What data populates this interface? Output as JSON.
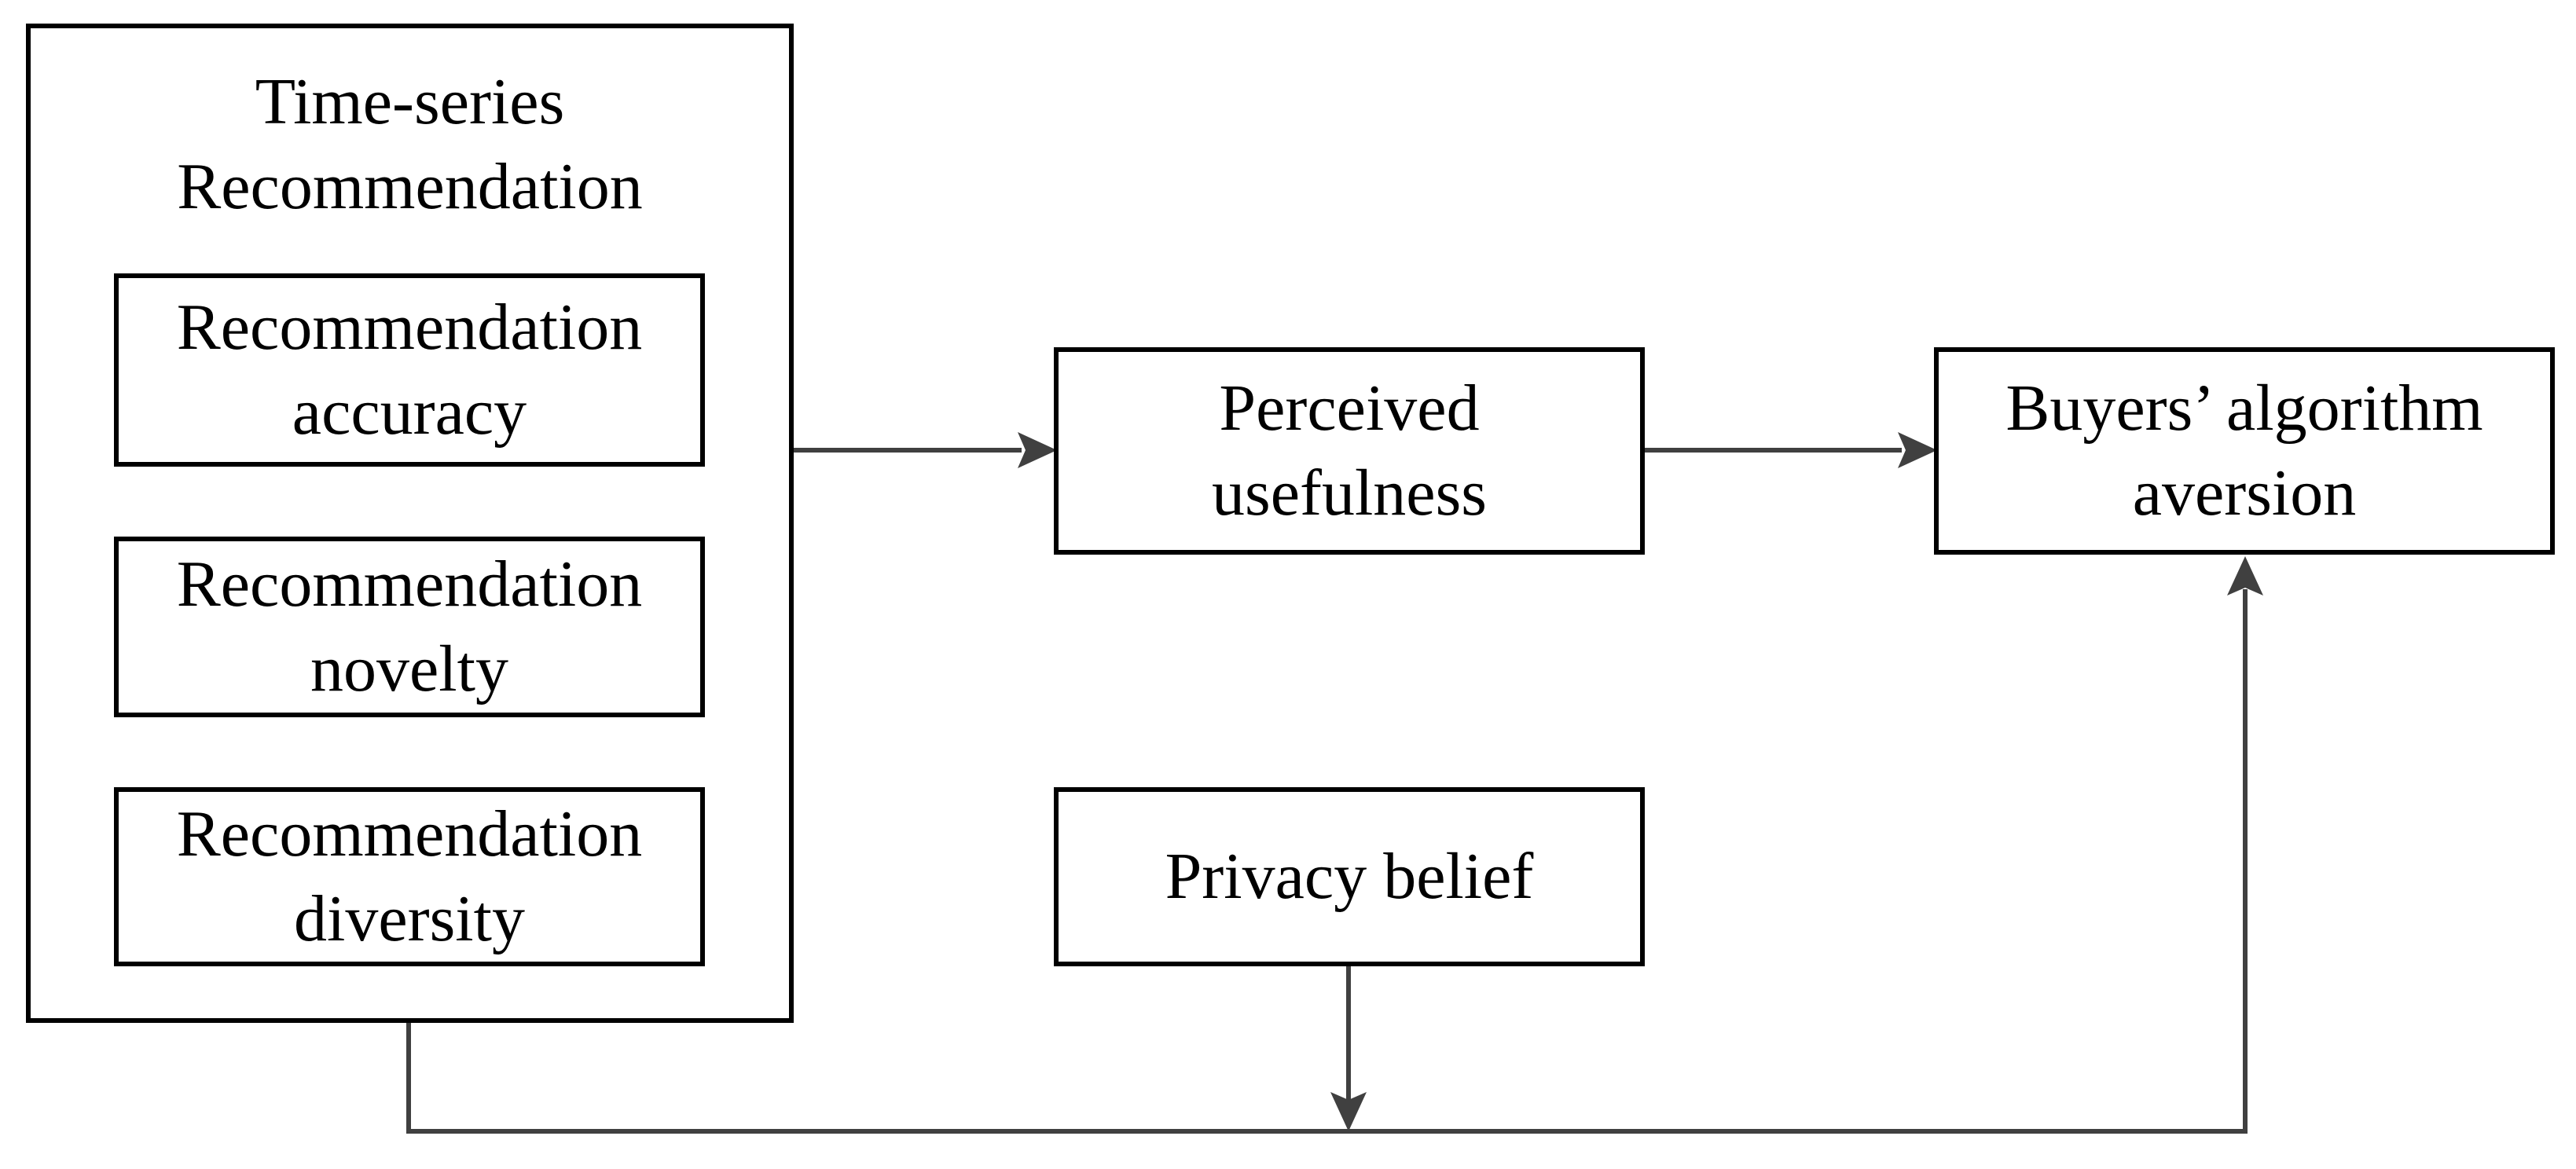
{
  "diagram": {
    "outer_box": {
      "title_line1": "Time-series",
      "title_line2": "Recommendation"
    },
    "inner_boxes": [
      {
        "line1": "Recommendation",
        "line2": "accuracy"
      },
      {
        "line1": "Recommendation",
        "line2": "novelty"
      },
      {
        "line1": "Recommendation",
        "line2": "diversity"
      }
    ],
    "perceived_usefulness": {
      "line1": "Perceived",
      "line2": "usefulness"
    },
    "buyers_aversion": {
      "line1": "Buyers’ algorithm",
      "line2": "aversion"
    },
    "privacy_belief": {
      "label": "Privacy belief"
    },
    "colors": {
      "box_border": "#000000",
      "arrow": "#404040"
    }
  }
}
